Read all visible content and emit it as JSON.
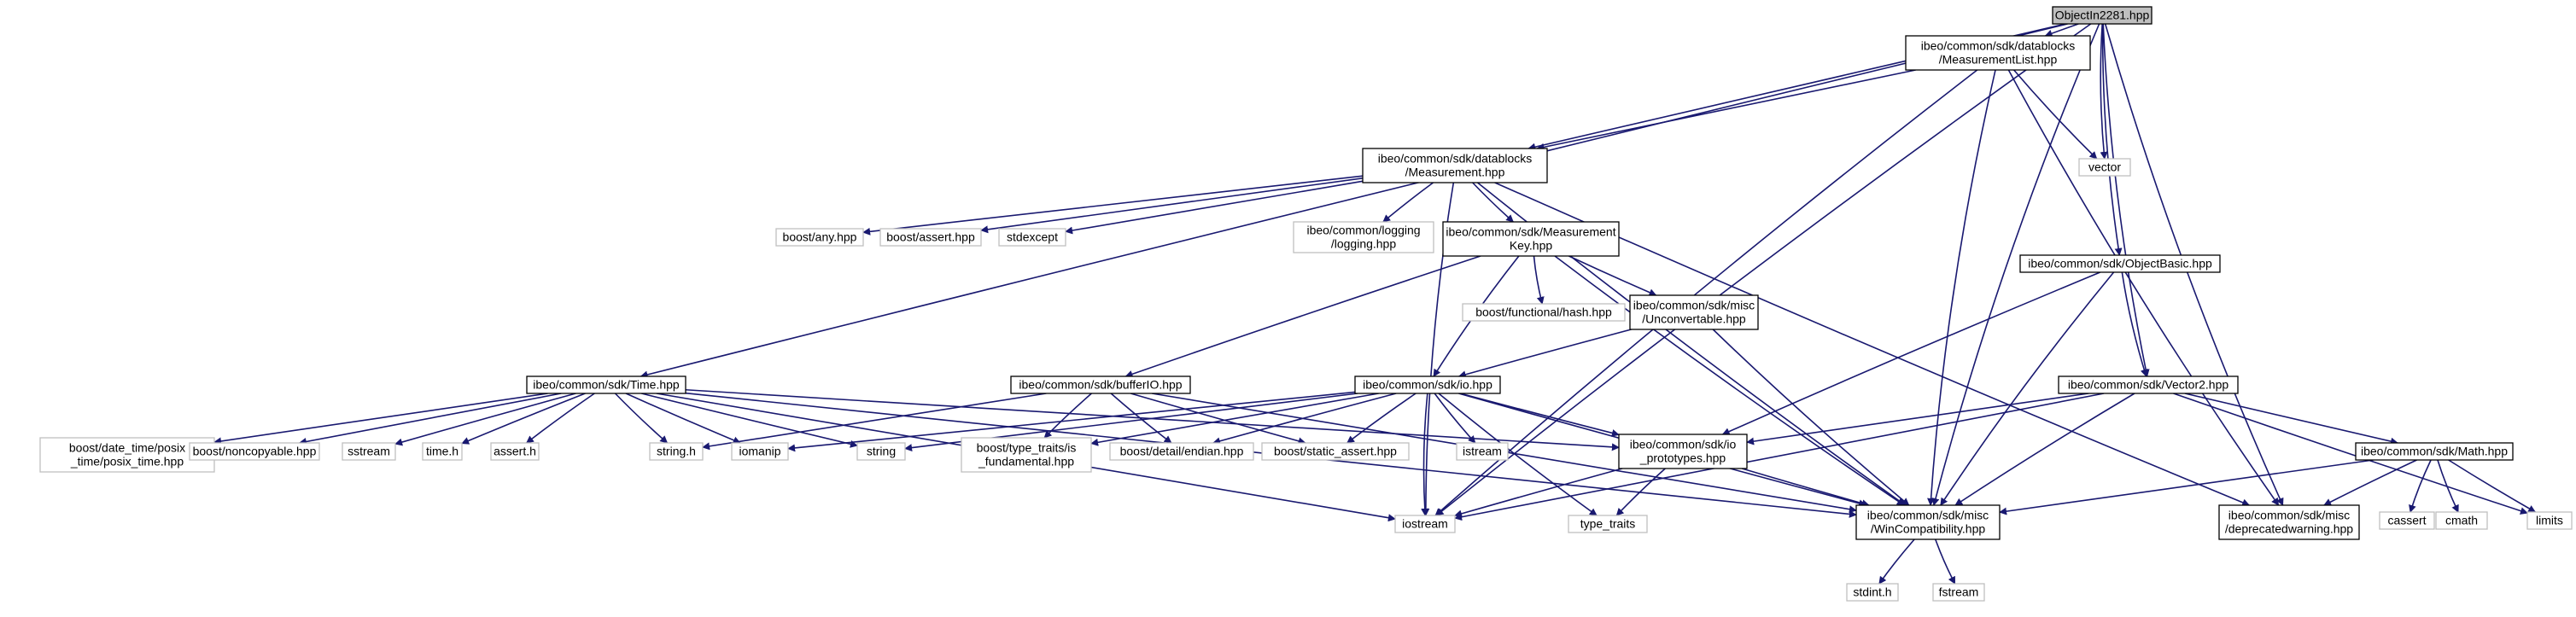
{
  "colors": {
    "edge": "#191970",
    "root_fill": "#bfbfbf",
    "ext_border": "#bfbfbf",
    "main_border": "#000000"
  },
  "nodes": [
    {
      "id": "root",
      "style": "root",
      "lines": [
        "ObjectIn2281.hpp"
      ]
    },
    {
      "id": "mlist",
      "style": "main",
      "lines": [
        "ibeo/common/sdk/datablocks",
        "/MeasurementList.hpp"
      ]
    },
    {
      "id": "vector",
      "style": "ext",
      "lines": [
        "vector"
      ]
    },
    {
      "id": "meas",
      "style": "main",
      "lines": [
        "ibeo/common/sdk/datablocks",
        "/Measurement.hpp"
      ]
    },
    {
      "id": "any",
      "style": "ext",
      "lines": [
        "boost/any.hpp"
      ]
    },
    {
      "id": "bassert",
      "style": "ext",
      "lines": [
        "boost/assert.hpp"
      ]
    },
    {
      "id": "stdexcept",
      "style": "ext",
      "lines": [
        "stdexcept"
      ]
    },
    {
      "id": "logging",
      "style": "ext",
      "lines": [
        "ibeo/common/logging",
        "/logging.hpp"
      ]
    },
    {
      "id": "mkey",
      "style": "main",
      "lines": [
        "ibeo/common/sdk/Measurement",
        "Key.hpp"
      ]
    },
    {
      "id": "fhash",
      "style": "ext",
      "lines": [
        "boost/functional/hash.hpp"
      ]
    },
    {
      "id": "unconv",
      "style": "main",
      "lines": [
        "ibeo/common/sdk/misc",
        "/Unconvertable.hpp"
      ]
    },
    {
      "id": "objbasic",
      "style": "main",
      "lines": [
        "ibeo/common/sdk/ObjectBasic.hpp"
      ]
    },
    {
      "id": "time",
      "style": "main",
      "lines": [
        "ibeo/common/sdk/Time.hpp"
      ]
    },
    {
      "id": "bufio",
      "style": "main",
      "lines": [
        "ibeo/common/sdk/bufferIO.hpp"
      ]
    },
    {
      "id": "io",
      "style": "main",
      "lines": [
        "ibeo/common/sdk/io.hpp"
      ]
    },
    {
      "id": "vec2",
      "style": "main",
      "lines": [
        "ibeo/common/sdk/Vector2.hpp"
      ]
    },
    {
      "id": "posix",
      "style": "ext",
      "lines": [
        "boost/date_time/posix",
        "_time/posix_time.hpp"
      ]
    },
    {
      "id": "noncopy",
      "style": "ext",
      "lines": [
        "boost/noncopyable.hpp"
      ]
    },
    {
      "id": "sstream",
      "style": "ext",
      "lines": [
        "sstream"
      ]
    },
    {
      "id": "timeh",
      "style": "ext",
      "lines": [
        "time.h"
      ]
    },
    {
      "id": "asserth",
      "style": "ext",
      "lines": [
        "assert.h"
      ]
    },
    {
      "id": "stringh",
      "style": "ext",
      "lines": [
        "string.h"
      ]
    },
    {
      "id": "iomanip",
      "style": "ext",
      "lines": [
        "iomanip"
      ]
    },
    {
      "id": "string",
      "style": "ext",
      "lines": [
        "string"
      ]
    },
    {
      "id": "typetraits_fund",
      "style": "ext",
      "lines": [
        "boost/type_traits/is",
        "_fundamental.hpp"
      ]
    },
    {
      "id": "endian",
      "style": "ext",
      "lines": [
        "boost/detail/endian.hpp"
      ]
    },
    {
      "id": "staticassert",
      "style": "ext",
      "lines": [
        "boost/static_assert.hpp"
      ]
    },
    {
      "id": "istream",
      "style": "ext",
      "lines": [
        "istream"
      ]
    },
    {
      "id": "ioproto",
      "style": "main",
      "lines": [
        "ibeo/common/sdk/io",
        "_prototypes.hpp"
      ]
    },
    {
      "id": "math",
      "style": "main",
      "lines": [
        "ibeo/common/sdk/Math.hpp"
      ]
    },
    {
      "id": "cassert",
      "style": "ext",
      "lines": [
        "cassert"
      ]
    },
    {
      "id": "cmath",
      "style": "ext",
      "lines": [
        "cmath"
      ]
    },
    {
      "id": "limits",
      "style": "ext",
      "lines": [
        "limits"
      ]
    },
    {
      "id": "iostream",
      "style": "ext",
      "lines": [
        "iostream"
      ]
    },
    {
      "id": "typetraits",
      "style": "ext",
      "lines": [
        "type_traits"
      ]
    },
    {
      "id": "wincompat",
      "style": "main",
      "lines": [
        "ibeo/common/sdk/misc",
        "/WinCompatibility.hpp"
      ]
    },
    {
      "id": "deprecated",
      "style": "main",
      "lines": [
        "ibeo/common/sdk/misc",
        "/deprecatedwarning.hpp"
      ]
    },
    {
      "id": "stdint",
      "style": "ext",
      "lines": [
        "stdint.h"
      ]
    },
    {
      "id": "fstream",
      "style": "ext",
      "lines": [
        "fstream"
      ]
    }
  ],
  "edges": [
    [
      "root",
      "mlist"
    ],
    [
      "root",
      "vector"
    ],
    [
      "root",
      "meas"
    ],
    [
      "root",
      "objbasic"
    ],
    [
      "root",
      "time"
    ],
    [
      "root",
      "vec2"
    ],
    [
      "root",
      "iostream"
    ],
    [
      "root",
      "wincompat"
    ],
    [
      "root",
      "deprecated"
    ],
    [
      "mlist",
      "meas"
    ],
    [
      "mlist",
      "vector"
    ],
    [
      "mlist",
      "iostream"
    ],
    [
      "mlist",
      "wincompat"
    ],
    [
      "mlist",
      "deprecated"
    ],
    [
      "meas",
      "any"
    ],
    [
      "meas",
      "bassert"
    ],
    [
      "meas",
      "stdexcept"
    ],
    [
      "meas",
      "logging"
    ],
    [
      "meas",
      "mkey"
    ],
    [
      "meas",
      "iostream"
    ],
    [
      "meas",
      "wincompat"
    ],
    [
      "meas",
      "deprecated"
    ],
    [
      "mkey",
      "fhash"
    ],
    [
      "mkey",
      "unconv"
    ],
    [
      "mkey",
      "bufio"
    ],
    [
      "mkey",
      "io"
    ],
    [
      "mkey",
      "wincompat"
    ],
    [
      "unconv",
      "io"
    ],
    [
      "unconv",
      "wincompat"
    ],
    [
      "objbasic",
      "vec2"
    ],
    [
      "objbasic",
      "ioproto"
    ],
    [
      "objbasic",
      "wincompat"
    ],
    [
      "time",
      "posix"
    ],
    [
      "time",
      "noncopy"
    ],
    [
      "time",
      "sstream"
    ],
    [
      "time",
      "timeh"
    ],
    [
      "time",
      "asserth"
    ],
    [
      "time",
      "stringh"
    ],
    [
      "time",
      "iomanip"
    ],
    [
      "time",
      "string"
    ],
    [
      "time",
      "ioproto"
    ],
    [
      "time",
      "iostream"
    ],
    [
      "time",
      "wincompat"
    ],
    [
      "bufio",
      "stringh"
    ],
    [
      "bufio",
      "typetraits_fund"
    ],
    [
      "bufio",
      "endian"
    ],
    [
      "bufio",
      "staticassert"
    ],
    [
      "bufio",
      "wincompat"
    ],
    [
      "io",
      "iomanip"
    ],
    [
      "io",
      "string"
    ],
    [
      "io",
      "typetraits_fund"
    ],
    [
      "io",
      "endian"
    ],
    [
      "io",
      "staticassert"
    ],
    [
      "io",
      "istream"
    ],
    [
      "io",
      "ioproto"
    ],
    [
      "io",
      "typetraits"
    ],
    [
      "io",
      "iostream"
    ],
    [
      "io",
      "wincompat"
    ],
    [
      "vec2",
      "ioproto"
    ],
    [
      "vec2",
      "math"
    ],
    [
      "vec2",
      "limits"
    ],
    [
      "vec2",
      "iostream"
    ],
    [
      "vec2",
      "wincompat"
    ],
    [
      "ioproto",
      "typetraits"
    ],
    [
      "ioproto",
      "iostream"
    ],
    [
      "ioproto",
      "wincompat"
    ],
    [
      "math",
      "cassert"
    ],
    [
      "math",
      "cmath"
    ],
    [
      "math",
      "limits"
    ],
    [
      "math",
      "wincompat"
    ],
    [
      "math",
      "deprecated"
    ],
    [
      "wincompat",
      "stdint"
    ],
    [
      "wincompat",
      "fstream"
    ]
  ]
}
